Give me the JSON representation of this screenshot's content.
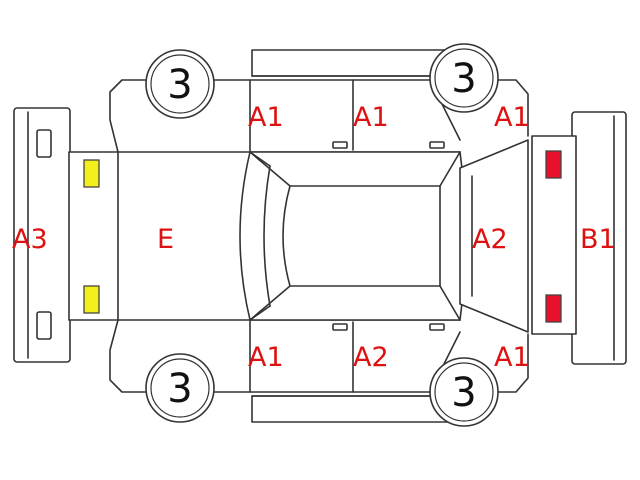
{
  "colors": {
    "label": "#dd1111",
    "outline": "#333333",
    "yellow_lamp": "#f2ef1a",
    "red_lamp": "#e8102a"
  },
  "labels": {
    "a3": "A3",
    "e": "E",
    "a2_rear": "A2",
    "b1": "B1",
    "a1_top_front": "A1",
    "a1_top_rear": "A1",
    "a1_top_back": "A1",
    "a1_bottom_front": "A1",
    "a2_bottom_rear": "A2",
    "a1_bottom_back": "A1"
  },
  "tires": {
    "top_left": "3",
    "top_right": "3",
    "bottom_left": "3",
    "bottom_right": "3"
  },
  "icons": {
    "front_lamps": "yellow-lamp",
    "rear_lamps": "red-lamp"
  }
}
